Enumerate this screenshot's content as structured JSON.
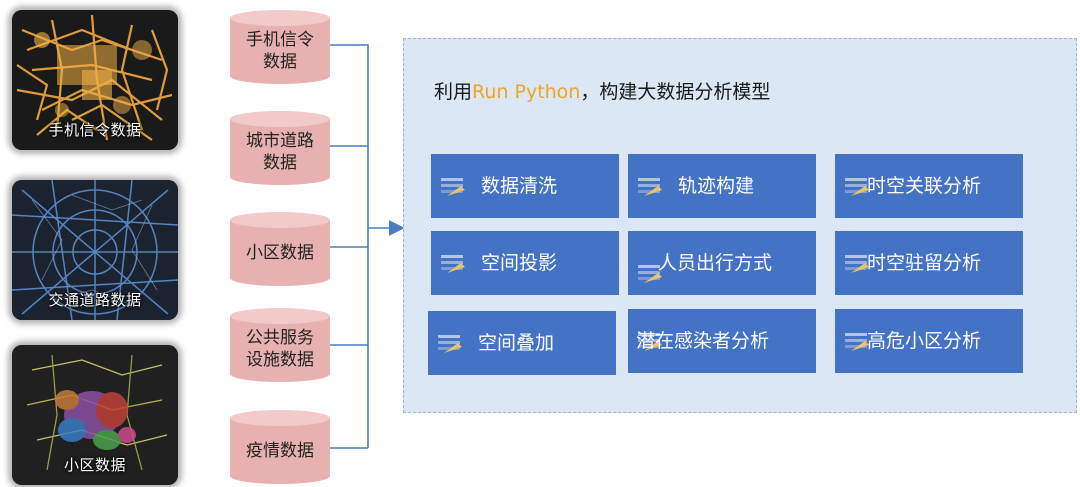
{
  "thumbnails": [
    {
      "label": "手机信令数据",
      "icon": "heatmap-image"
    },
    {
      "label": "交通道路数据",
      "icon": "road-network-image"
    },
    {
      "label": "小区数据",
      "icon": "district-map-image"
    }
  ],
  "sources": [
    {
      "label": "手机信令\n数据"
    },
    {
      "label": "城市道路\n数据"
    },
    {
      "label": "小区数据"
    },
    {
      "label": "公共服务\n设施数据"
    },
    {
      "label": "疫情数据"
    }
  ],
  "panel": {
    "title_prefix": "利用",
    "title_highlight": "Run Python",
    "title_suffix": "，构建大数据分析模型",
    "modules": [
      {
        "label": "数据清洗"
      },
      {
        "label": "轨迹构建"
      },
      {
        "label": "时空关联分析"
      },
      {
        "label": "空间投影"
      },
      {
        "label": "人员出行方式"
      },
      {
        "label": "时空驻留分析"
      },
      {
        "label": "空间叠加"
      },
      {
        "label": "潜在感染者分析"
      },
      {
        "label": "高危小区分析"
      }
    ]
  },
  "colors": {
    "source_fill": "#e8b1b1",
    "source_top": "#f2caca",
    "panel_bg": "#dbe7f4",
    "module_fill": "#4472c4",
    "connector": "#4a7cc0",
    "highlight": "#f0a426"
  }
}
